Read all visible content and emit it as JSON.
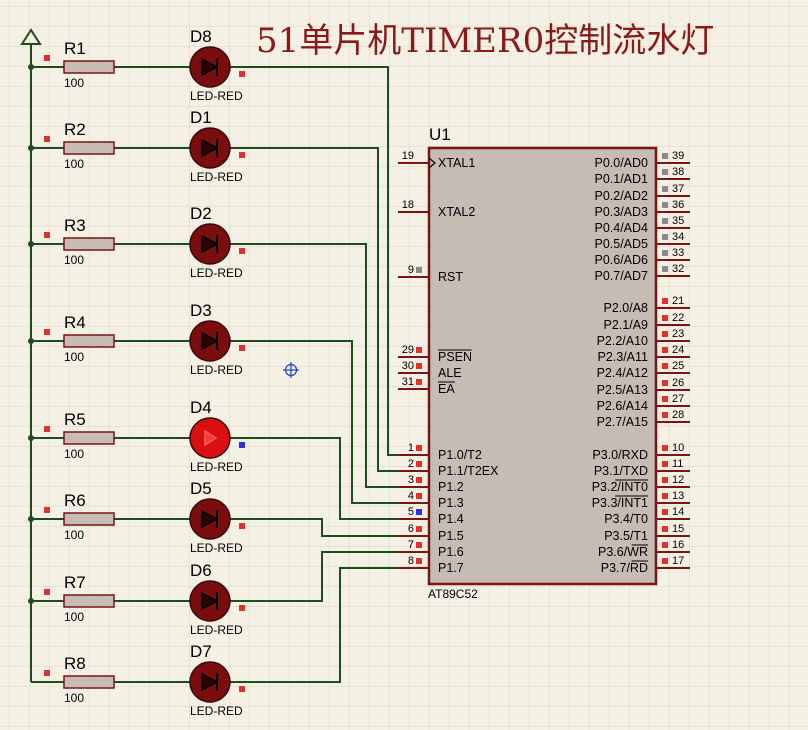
{
  "title": "51单片机TIMER0控制流水灯",
  "power_terminal": {
    "icon": "power-terminal-icon"
  },
  "colors": {
    "grid": "#d8d4c6",
    "wire": "#1d4d1d",
    "body": "#c7bcb4",
    "outline": "#7a1515",
    "led_off": "#7a0d0d",
    "led_on": "#d81010",
    "dot_red": "#e03030",
    "dot_blue": "#3030e0",
    "dot_gray": "#8a8a8a",
    "title": "#8a1a1a"
  },
  "rows": [
    {
      "resistor": "R1",
      "res_value": "100",
      "led": "D8",
      "led_type": "LED-RED",
      "on": false,
      "pin": 1
    },
    {
      "resistor": "R2",
      "res_value": "100",
      "led": "D1",
      "led_type": "LED-RED",
      "on": false,
      "pin": 2
    },
    {
      "resistor": "R3",
      "res_value": "100",
      "led": "D2",
      "led_type": "LED-RED",
      "on": false,
      "pin": 3
    },
    {
      "resistor": "R4",
      "res_value": "100",
      "led": "D3",
      "led_type": "LED-RED",
      "on": false,
      "pin": 4
    },
    {
      "resistor": "R5",
      "res_value": "100",
      "led": "D4",
      "led_type": "LED-RED",
      "on": true,
      "pin": 5
    },
    {
      "resistor": "R6",
      "res_value": "100",
      "led": "D5",
      "led_type": "LED-RED",
      "on": false,
      "pin": 6
    },
    {
      "resistor": "R7",
      "res_value": "100",
      "led": "D6",
      "led_type": "LED-RED",
      "on": false,
      "pin": 7
    },
    {
      "resistor": "R8",
      "res_value": "100",
      "led": "D7",
      "led_type": "LED-RED",
      "on": false,
      "pin": 8
    }
  ],
  "chip": {
    "ref": "U1",
    "part": "AT89C52",
    "left_pins": [
      {
        "num": "19",
        "name": "XTAL1",
        "overbar": false,
        "clock": true,
        "dot": "none"
      },
      {
        "num": "18",
        "name": "XTAL2",
        "overbar": false,
        "clock": false,
        "dot": "none"
      },
      {
        "num": "9",
        "name": "RST",
        "overbar": false,
        "clock": false,
        "dot": "gray"
      },
      {
        "num": "29",
        "name": "PSEN",
        "overbar": true,
        "clock": false,
        "dot": "red"
      },
      {
        "num": "30",
        "name": "ALE",
        "overbar": false,
        "clock": false,
        "dot": "red"
      },
      {
        "num": "31",
        "name": "EA",
        "overbar": true,
        "clock": false,
        "dot": "red"
      },
      {
        "num": "1",
        "name": "P1.0/T2",
        "overbar": false,
        "clock": false,
        "dot": "red"
      },
      {
        "num": "2",
        "name": "P1.1/T2EX",
        "overbar": false,
        "clock": false,
        "dot": "red"
      },
      {
        "num": "3",
        "name": "P1.2",
        "overbar": false,
        "clock": false,
        "dot": "red"
      },
      {
        "num": "4",
        "name": "P1.3",
        "overbar": false,
        "clock": false,
        "dot": "red"
      },
      {
        "num": "5",
        "name": "P1.4",
        "overbar": false,
        "clock": false,
        "dot": "blue"
      },
      {
        "num": "6",
        "name": "P1.5",
        "overbar": false,
        "clock": false,
        "dot": "red"
      },
      {
        "num": "7",
        "name": "P1.6",
        "overbar": false,
        "clock": false,
        "dot": "red"
      },
      {
        "num": "8",
        "name": "P1.7",
        "overbar": false,
        "clock": false,
        "dot": "red"
      }
    ],
    "right_pins": [
      {
        "num": "39",
        "name": "P0.0/AD0",
        "dot": "gray"
      },
      {
        "num": "38",
        "name": "P0.1/AD1",
        "dot": "gray"
      },
      {
        "num": "37",
        "name": "P0.2/AD2",
        "dot": "gray"
      },
      {
        "num": "36",
        "name": "P0.3/AD3",
        "dot": "gray"
      },
      {
        "num": "35",
        "name": "P0.4/AD4",
        "dot": "gray"
      },
      {
        "num": "34",
        "name": "P0.5/AD5",
        "dot": "gray"
      },
      {
        "num": "33",
        "name": "P0.6/AD6",
        "dot": "gray"
      },
      {
        "num": "32",
        "name": "P0.7/AD7",
        "dot": "gray"
      },
      {
        "num": "21",
        "name": "P2.0/A8",
        "dot": "red"
      },
      {
        "num": "22",
        "name": "P2.1/A9",
        "dot": "red"
      },
      {
        "num": "23",
        "name": "P2.2/A10",
        "dot": "red"
      },
      {
        "num": "24",
        "name": "P2.3/A11",
        "dot": "red"
      },
      {
        "num": "25",
        "name": "P2.4/A12",
        "dot": "red"
      },
      {
        "num": "26",
        "name": "P2.5/A13",
        "dot": "red"
      },
      {
        "num": "27",
        "name": "P2.6/A14",
        "dot": "red"
      },
      {
        "num": "28",
        "name": "P2.7/A15",
        "dot": "red"
      },
      {
        "num": "10",
        "name": "P3.0/RXD",
        "dot": "red"
      },
      {
        "num": "11",
        "name": "P3.1/TXD",
        "dot": "red"
      },
      {
        "num": "12",
        "name": "P3.2/INT0",
        "bar": "INT0",
        "dot": "red"
      },
      {
        "num": "13",
        "name": "P3.3/INT1",
        "bar": "INT1",
        "dot": "red"
      },
      {
        "num": "14",
        "name": "P3.4/T0",
        "dot": "red"
      },
      {
        "num": "15",
        "name": "P3.5/T1",
        "dot": "red"
      },
      {
        "num": "16",
        "name": "P3.6/WR",
        "bar": "WR",
        "dot": "red"
      },
      {
        "num": "17",
        "name": "P3.7/RD",
        "bar": "RD",
        "dot": "red"
      }
    ]
  },
  "probe": {
    "icon": "crosshair-probe-icon"
  }
}
